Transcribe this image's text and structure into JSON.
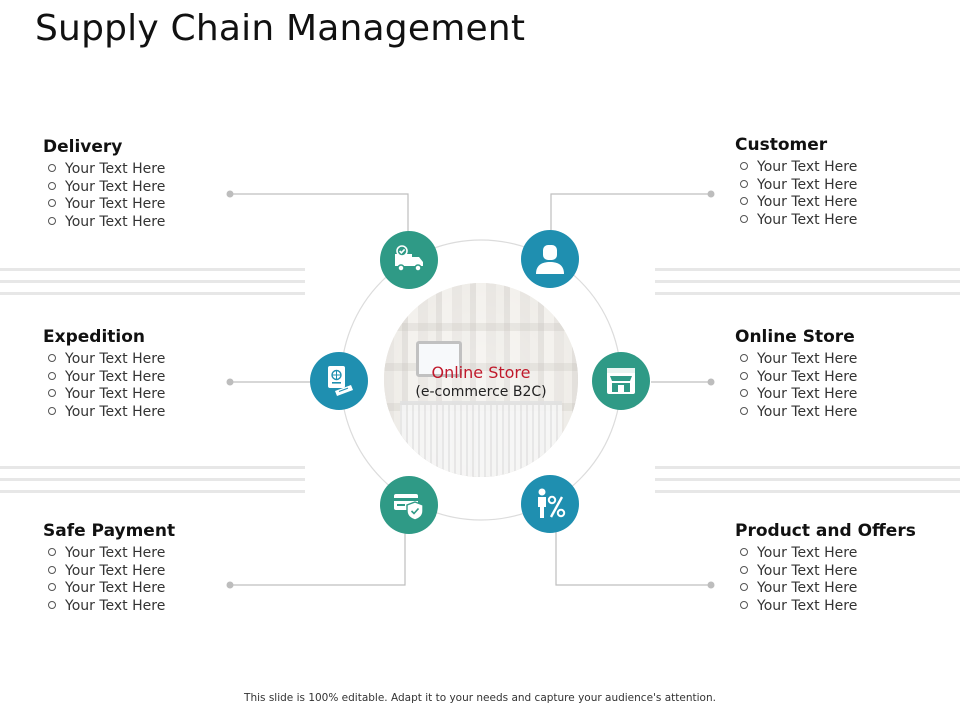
{
  "title": "Supply Chain Management",
  "center": {
    "line1": "Online Store",
    "line2": "(e-commerce B2C)"
  },
  "sections": {
    "delivery": {
      "heading": "Delivery",
      "items": [
        "Your Text Here",
        "Your Text Here",
        "Your Text Here",
        "Your Text Here"
      ],
      "icon": "delivery-truck-icon"
    },
    "customer": {
      "heading": "Customer",
      "items": [
        "Your Text Here",
        "Your Text Here",
        "Your Text Here",
        "Your Text Here"
      ],
      "icon": "user-icon"
    },
    "expedition": {
      "heading": "Expedition",
      "items": [
        "Your Text Here",
        "Your Text Here",
        "Your Text Here",
        "Your Text Here"
      ],
      "icon": "passport-icon"
    },
    "online_store": {
      "heading": "Online Store",
      "items": [
        "Your Text Here",
        "Your Text Here",
        "Your Text Here",
        "Your Text Here"
      ],
      "icon": "storefront-icon"
    },
    "safe_payment": {
      "heading": "Safe Payment",
      "items": [
        "Your Text Here",
        "Your Text Here",
        "Your Text Here",
        "Your Text Here"
      ],
      "icon": "card-shield-icon"
    },
    "product_offers": {
      "heading": "Product and Offers",
      "items": [
        "Your Text Here",
        "Your Text Here",
        "Your Text Here",
        "Your Text Here"
      ],
      "icon": "person-percent-icon"
    }
  },
  "colors": {
    "green": "#2f9a86",
    "teal": "#1f8fb0",
    "center_title": "#c0192b",
    "connector": "#bfbfbf"
  },
  "footer": "This slide is 100% editable. Adapt it to your needs and capture your audience's attention."
}
